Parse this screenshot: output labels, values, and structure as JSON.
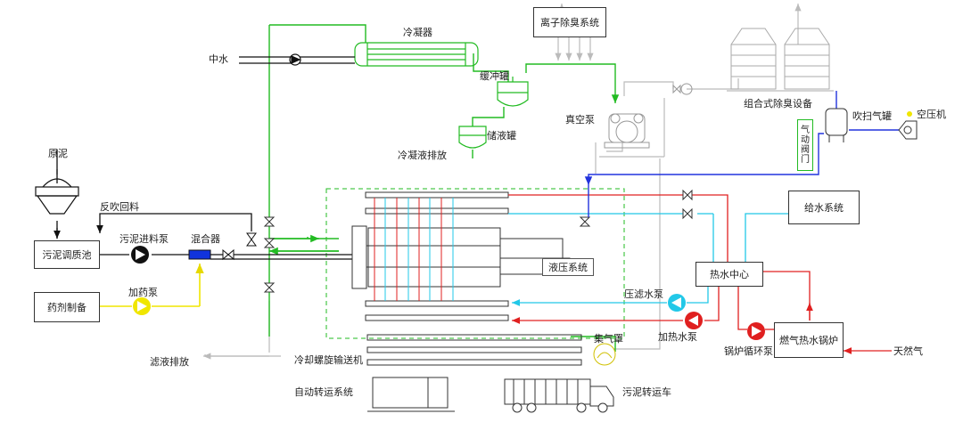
{
  "labels": {
    "zhongshui": "中水",
    "lengningqi": "冷凝器",
    "lizi": "离子除臭系统",
    "huanchongguan": "缓冲罐",
    "chuyeguan": "储液罐",
    "lengningye": "冷凝液排放",
    "zhenkongbeng": "真空泵",
    "zuhe": "组合式除臭设备",
    "chuisaoqiguan": "吹扫气罐",
    "kongyaji": "空压机",
    "qidongfamen": "气动阀门",
    "yuanni": "原泥",
    "fanchui": "反吹回料",
    "tiaozhichi": "污泥调质池",
    "jinliaobeng": "污泥进料泵",
    "hunheqi": "混合器",
    "yaojizhibei": "药剂制备",
    "jiayaobeng": "加药泵",
    "yeyaxitong": "液压系统",
    "geishui": "给水系统",
    "reshuizhongxin": "热水中心",
    "yalvshuibeng": "压滤水泵",
    "jiareshuibeng": "加热水泵",
    "guolu_xunhuan": "锅炉循环泵",
    "guolu": "燃气热水锅炉",
    "tianranqi": "天然气",
    "lvye": "滤液排放",
    "jiqizhao": "集气罩",
    "luoxuan": "冷却螺旋输送机",
    "zidongzhuanyun": "自动转运系统",
    "zhuanyunche": "污泥转运车"
  },
  "colors": {
    "green": "#22bb22",
    "red": "#e02020",
    "cyan": "#22c8e8",
    "blue": "#2233dd",
    "yellow": "#f0e600",
    "gray": "#bbbbbb",
    "black": "#111111"
  }
}
